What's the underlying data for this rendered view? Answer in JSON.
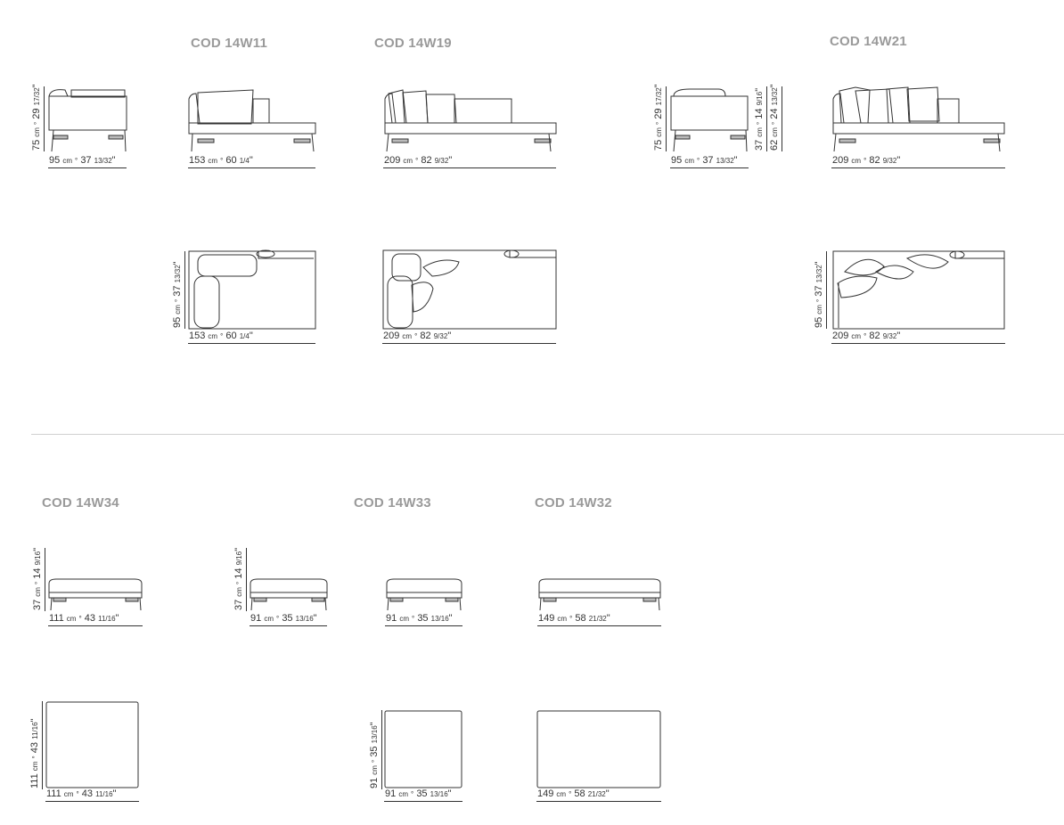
{
  "codes": {
    "c14w11": "COD 14W11",
    "c14w19": "COD 14W19",
    "c14w21": "COD 14W21",
    "c14w34": "COD 14W34",
    "c14w33": "COD 14W33",
    "c14w32": "COD 14W32"
  },
  "dims": {
    "arm_h": {
      "cm": "75",
      "u": "cm",
      "sep": "°",
      "in": "29",
      "frac": "17/32",
      "q": "\""
    },
    "arm_w": {
      "cm": "95",
      "u": "cm",
      "sep": "°",
      "in": "37",
      "frac": "13/32",
      "q": "\""
    },
    "w11_w": {
      "cm": "153",
      "u": "cm",
      "sep": "°",
      "in": "60",
      "frac": "1/4",
      "q": "\""
    },
    "w19_w": {
      "cm": "209",
      "u": "cm",
      "sep": "°",
      "in": "82",
      "frac": "9/32",
      "q": "\""
    },
    "arm2_h": {
      "cm": "75",
      "u": "cm",
      "sep": "°",
      "in": "29",
      "frac": "17/32",
      "q": "\""
    },
    "arm2_w": {
      "cm": "95",
      "u": "cm",
      "sep": "°",
      "in": "37",
      "frac": "13/32",
      "q": "\""
    },
    "seat_h": {
      "cm": "37",
      "u": "cm",
      "sep": "°",
      "in": "14",
      "frac": "9/16",
      "q": "\""
    },
    "back_h": {
      "cm": "62",
      "u": "cm",
      "sep": "°",
      "in": "24",
      "frac": "13/32",
      "q": "\""
    },
    "w21_w": {
      "cm": "209",
      "u": "cm",
      "sep": "°",
      "in": "82",
      "frac": "9/32",
      "q": "\""
    },
    "w11_d": {
      "cm": "95",
      "u": "cm",
      "sep": "°",
      "in": "37",
      "frac": "13/32",
      "q": "\""
    },
    "w11_pw": {
      "cm": "153",
      "u": "cm",
      "sep": "°",
      "in": "60",
      "frac": "1/4",
      "q": "\""
    },
    "w19_pw": {
      "cm": "209",
      "u": "cm",
      "sep": "°",
      "in": "82",
      "frac": "9/32",
      "q": "\""
    },
    "w21_d": {
      "cm": "95",
      "u": "cm",
      "sep": "°",
      "in": "37",
      "frac": "13/32",
      "q": "\""
    },
    "w21_pw": {
      "cm": "209",
      "u": "cm",
      "sep": "°",
      "in": "82",
      "frac": "9/32",
      "q": "\""
    },
    "w34_h": {
      "cm": "37",
      "u": "cm",
      "sep": "°",
      "in": "14",
      "frac": "9/16",
      "q": "\""
    },
    "w34_w": {
      "cm": "111",
      "u": "cm",
      "sep": "°",
      "in": "43",
      "frac": "11/16",
      "q": "\""
    },
    "mid_h": {
      "cm": "37",
      "u": "cm",
      "sep": "°",
      "in": "14",
      "frac": "9/16",
      "q": "\""
    },
    "mid_w": {
      "cm": "91",
      "u": "cm",
      "sep": "°",
      "in": "35",
      "frac": "13/16",
      "q": "\""
    },
    "w33_w": {
      "cm": "91",
      "u": "cm",
      "sep": "°",
      "in": "35",
      "frac": "13/16",
      "q": "\""
    },
    "w32_w": {
      "cm": "149",
      "u": "cm",
      "sep": "°",
      "in": "58",
      "frac": "21/32",
      "q": "\""
    },
    "w34_pd": {
      "cm": "111",
      "u": "cm",
      "sep": "°",
      "in": "43",
      "frac": "11/16",
      "q": "\""
    },
    "w34_pw": {
      "cm": "111",
      "u": "cm",
      "sep": "°",
      "in": "43",
      "frac": "11/16",
      "q": "\""
    },
    "w33_pd": {
      "cm": "91",
      "u": "cm",
      "sep": "°",
      "in": "35",
      "frac": "13/16",
      "q": "\""
    },
    "w33_pw": {
      "cm": "91",
      "u": "cm",
      "sep": "°",
      "in": "35",
      "frac": "13/16",
      "q": "\""
    },
    "w32_pw": {
      "cm": "149",
      "u": "cm",
      "sep": "°",
      "in": "58",
      "frac": "21/32",
      "q": "\""
    }
  }
}
